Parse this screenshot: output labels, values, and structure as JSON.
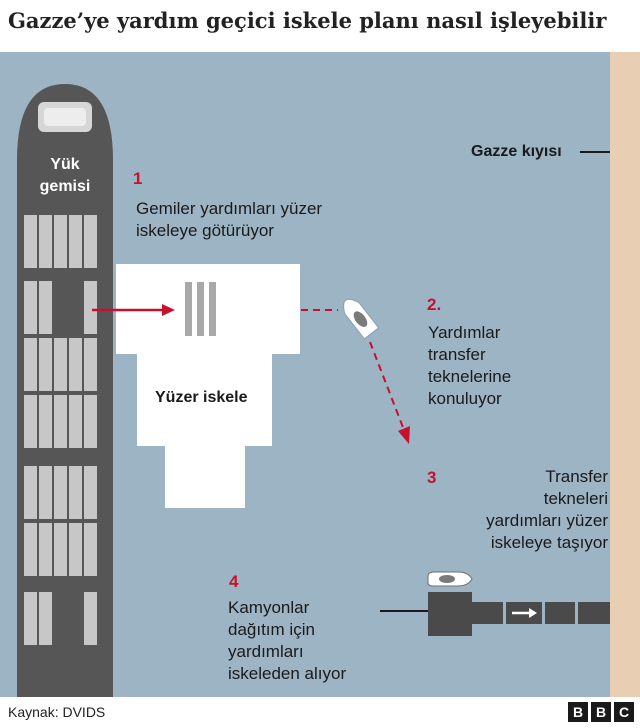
{
  "title": "Gazze’ye yardım geçici iskele planı nasıl işleyebilir",
  "labels": {
    "ship": [
      "Yük",
      "gemisi"
    ],
    "pier": "Yüzer iskele",
    "shore": "Gazze kıyısı"
  },
  "steps": [
    {
      "num": "1",
      "text": [
        "Gemiler yardımları yüzer",
        "iskeleye götürüyor"
      ]
    },
    {
      "num": "2.",
      "text": [
        "Yardımlar",
        "transfer",
        "teknelerine",
        "konuluyor"
      ]
    },
    {
      "num": "3",
      "text": [
        "Transfer",
        "tekneleri",
        "yardımları yüzer",
        "iskeleye taşıyor"
      ]
    },
    {
      "num": "4",
      "text": [
        "Kamyonlar",
        "dağıtım için",
        "yardımları",
        "iskeleden alıyor"
      ]
    }
  ],
  "footer": {
    "source": "Kaynak: DVIDS",
    "logo": [
      "B",
      "B",
      "C"
    ]
  },
  "colors": {
    "sea": "#9db4c5",
    "shore": "#e8cfb3",
    "ship": "#565656",
    "accent": "#c8102e"
  }
}
